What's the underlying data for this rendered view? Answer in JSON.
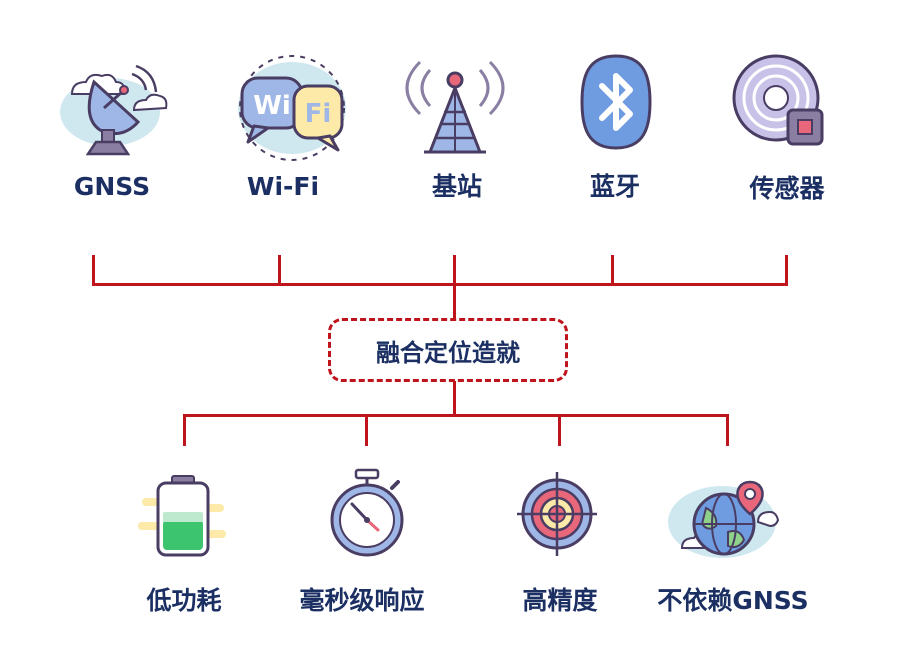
{
  "sources": [
    {
      "label": "GNSS",
      "icon": "satellite-dish-icon"
    },
    {
      "label": "Wi-Fi",
      "icon": "wifi-bubble-icon"
    },
    {
      "label": "基站",
      "icon": "cell-tower-icon"
    },
    {
      "label": "蓝牙",
      "icon": "bluetooth-icon"
    },
    {
      "label": "传感器",
      "icon": "sensor-chip-icon"
    }
  ],
  "center": {
    "label": "融合定位造就"
  },
  "benefits": [
    {
      "label": "低功耗",
      "icon": "battery-icon"
    },
    {
      "label": "毫秒级响应",
      "icon": "stopwatch-icon"
    },
    {
      "label": "高精度",
      "icon": "target-icon"
    },
    {
      "label": "不依赖GNSS",
      "icon": "globe-pin-icon"
    }
  ],
  "colors": {
    "line": "#c0141c",
    "text": "#1b2f63",
    "icon_outline": "#4a3d63",
    "icon_fill": "#9fb7e6",
    "icon_accent": "#e8677a",
    "cloud": "#cfe8ef"
  }
}
